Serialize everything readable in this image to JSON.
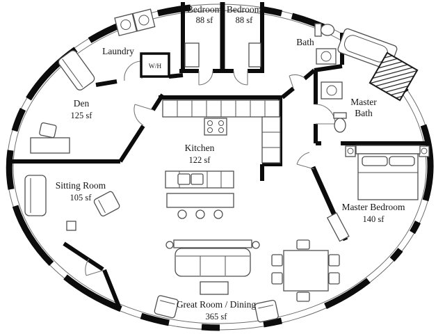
{
  "floor_plan": {
    "kind": "circular dome home floor plan",
    "rooms": [
      {
        "id": "bedroom-1",
        "name": "Bedroom",
        "area": "88 sf"
      },
      {
        "id": "bedroom-2",
        "name": "Bedroom",
        "area": "88 sf"
      },
      {
        "id": "laundry",
        "name": "Laundry",
        "area": ""
      },
      {
        "id": "bath",
        "name": "Bath",
        "area": ""
      },
      {
        "id": "den",
        "name": "Den",
        "area": "125 sf"
      },
      {
        "id": "master-bath",
        "name": "Master Bath",
        "lines": [
          "Master",
          "Bath"
        ],
        "area": ""
      },
      {
        "id": "kitchen",
        "name": "Kitchen",
        "area": "122 sf"
      },
      {
        "id": "sitting-room",
        "name": "Sitting Room",
        "area": "105 sf"
      },
      {
        "id": "master-bedroom",
        "name": "Master Bedroom",
        "area": "140 sf"
      },
      {
        "id": "great-room",
        "name": "Great Room / Dining",
        "area": "365 sf"
      }
    ],
    "annotations": {
      "water_heater": "W/H"
    },
    "colors": {
      "walls": "#0c0c0c",
      "furniture": "#4f4f4f",
      "text": "#161616",
      "background": "#ffffff"
    }
  }
}
